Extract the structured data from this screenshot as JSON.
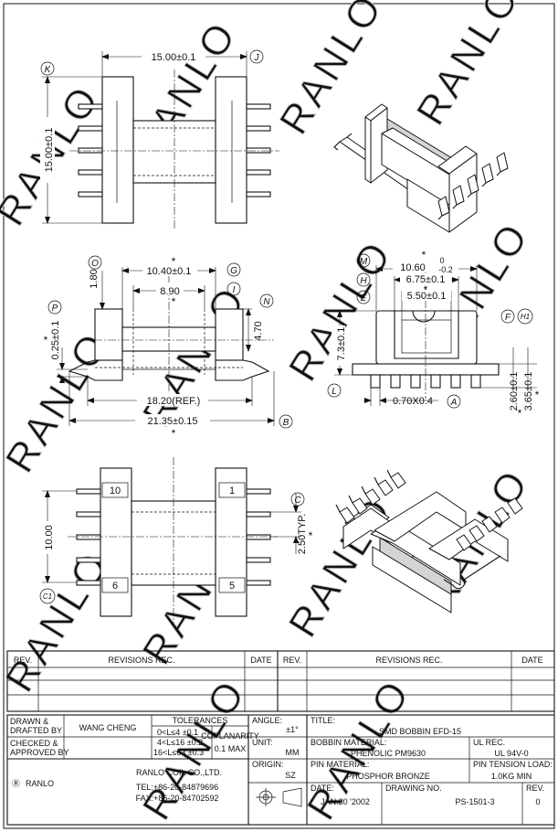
{
  "watermark": "RANLO",
  "top_view": {
    "width_dim": "15.00±0.1",
    "height_dim": "15.00±0.1",
    "label_width": "J",
    "label_height": "K"
  },
  "front_view": {
    "dim_inner_top": "10.40±0.1",
    "dim_inner": "8.90",
    "dim_left_height": "1.80",
    "dim_right_height": "4.70",
    "dim_base": "0.25±0.1",
    "dim_ref": "18.20(REF.)",
    "dim_total": "21.35±0.15",
    "labels": [
      "O",
      "G",
      "I",
      "N",
      "P",
      "B"
    ],
    "star": "*"
  },
  "side_view": {
    "dim_width": "10.60",
    "dim_width_tol_upper": "0",
    "dim_width_tol_lower": "-0.2",
    "dim_mid": "6.75±0.1",
    "dim_slot": "5.50±0.1",
    "dim_height": "7.3±0.1",
    "dim_pin": "0.70X0.4",
    "dim_lower_1": "2.60±0.1",
    "dim_lower_2": "3.65±0.1",
    "labels": [
      "M",
      "H",
      "E",
      "F",
      "H1",
      "L",
      "A"
    ]
  },
  "bottom_view": {
    "pin_top_left": "10",
    "pin_top_right": "1",
    "pin_bottom_left": "6",
    "pin_bottom_right": "5",
    "dim_pitch": "2.50TYP.",
    "dim_span": "10.00",
    "labels": [
      "C",
      "C1"
    ]
  },
  "revisions": {
    "headers": [
      "REV.",
      "REVISIONS  REC.",
      "DATE",
      "REV.",
      "REVISIONS  REC.",
      "DATE"
    ]
  },
  "title_block": {
    "drawn_by_label": "DRAWN &\nDRAFTED BY",
    "drawn_by_line1": "DRAWN &",
    "drawn_by_line2": "DRAFTED BY",
    "drawn_by": "WANG CHENG",
    "checked_line1": "CHECKED &",
    "checked_line2": "APPROVED BY",
    "tolerances_label": "TOLERANCES",
    "tolerances": [
      "0<L≤4    ±0.1",
      "4<L≤16  ±0.2",
      "16<L≤63  ±0.3"
    ],
    "coplanarity_label": "COPLANARITY",
    "coplanarity": "0.1 MAX",
    "angle_label": "ANGLE:",
    "angle": "±1°",
    "unit_label": "UNIT:",
    "unit": "MM",
    "origin_label": "ORIGIN:",
    "origin": "SZ",
    "title_label": "TITLE:",
    "title": "SMD  BOBBIN  EFD-15",
    "bobbin_material_label": "BOBBIN MATERIAL:",
    "bobbin_material": "PHENOLIC  PM9630",
    "ul_label": "UL REC.",
    "ul": "UL  94V-0",
    "pin_material_label": "PIN MATERIAL:",
    "pin_material": "PHOSPHOR  BRONZE",
    "pin_tension_label": "PIN TENSION LOAD:",
    "pin_tension": "1.0KG  MIN",
    "date_label": "DATE:",
    "date": "JAN.30 '2002",
    "drawing_no_label": "DRAWING NO.",
    "drawing_no": "PS-1501-3",
    "rev_label": "REV.",
    "rev": "0",
    "company": "RANLO COIL CO.,LTD.",
    "tel": "TEL:+86-20-84879696",
    "fax": "FAX:+86-20-84702592",
    "logo_text": "RANLO"
  }
}
